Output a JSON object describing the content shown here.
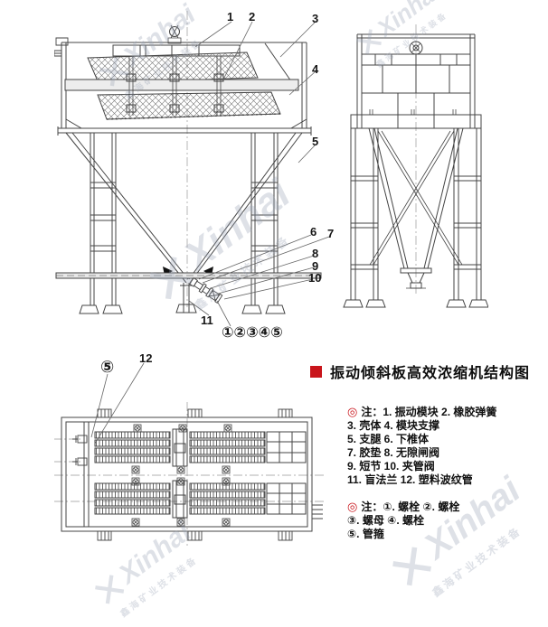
{
  "title": {
    "text": "振动倾斜板高效浓缩机结构图",
    "accent_color": "#c9151b"
  },
  "watermark": {
    "brand": "Xinhai",
    "sub": "鑫海矿业技术装备",
    "color": "#9aa3b5"
  },
  "notes_parts": {
    "icon": "◎",
    "lines": [
      "注：1. 振动模块 2. 橡胶弹簧",
      "3. 壳体 4. 模块支撑",
      "5. 支腿 6. 下椎体",
      "7. 胶垫 8. 无隙闸阀",
      "9. 短节 10. 夹管阀",
      "11. 盲法兰 12. 塑料波纹管"
    ]
  },
  "notes_fasteners": {
    "icon": "◎",
    "lines": [
      "注：①. 螺栓 ②. 螺栓",
      "③. 螺母 ④. 螺栓",
      "⑤. 管箍"
    ]
  },
  "callouts": {
    "front": {
      "n1": "1",
      "n2": "2",
      "n3": "3",
      "n4": "4",
      "n5": "5",
      "n6": "6",
      "n7": "7",
      "n8": "8",
      "n9": "9",
      "n10": "10",
      "n11": "11",
      "group": "①②③④⑤"
    },
    "plan": {
      "c5": "⑤",
      "n12": "12"
    }
  },
  "colors": {
    "line": "#444444",
    "accent_red": "#c9151b",
    "watermark_gray": "#9aa3b5"
  }
}
